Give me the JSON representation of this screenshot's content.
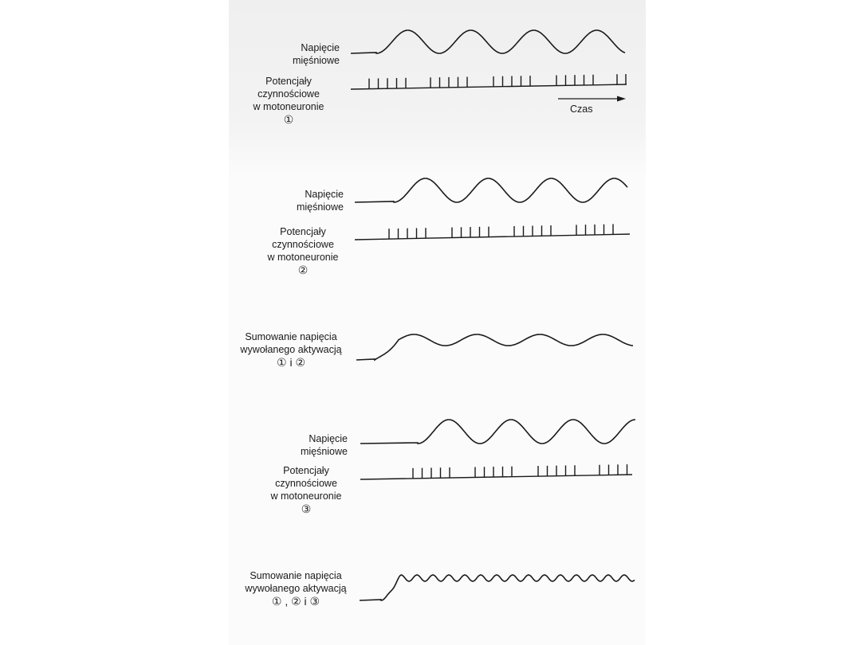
{
  "panels": [
    {
      "id": "p1",
      "tension_label": [
        "Napięcie",
        "mięśniowe"
      ],
      "ap_label": [
        "Potencjały",
        "czynnościowe",
        "w motoneuronie",
        "①"
      ]
    },
    {
      "id": "p2",
      "tension_label": [
        "Napięcie",
        "mięśniowe"
      ],
      "ap_label": [
        "Potencjały",
        "czynnościowe",
        "w motoneuronie",
        "②"
      ]
    },
    {
      "id": "sum12",
      "sum_label": [
        "Sumowanie napięcia",
        "wywołanego aktywacją",
        "① i ②"
      ]
    },
    {
      "id": "p3",
      "tension_label": [
        "Napięcie",
        "mięśniowe"
      ],
      "ap_label": [
        "Potencjały",
        "czynnościowe",
        "w motoneuronie",
        "③"
      ]
    },
    {
      "id": "sum123",
      "sum_label": [
        "Sumowanie napięcia",
        "wywołanego aktywacją",
        "① , ②  i ③"
      ]
    }
  ],
  "time_axis": {
    "label": "Czas"
  }
}
